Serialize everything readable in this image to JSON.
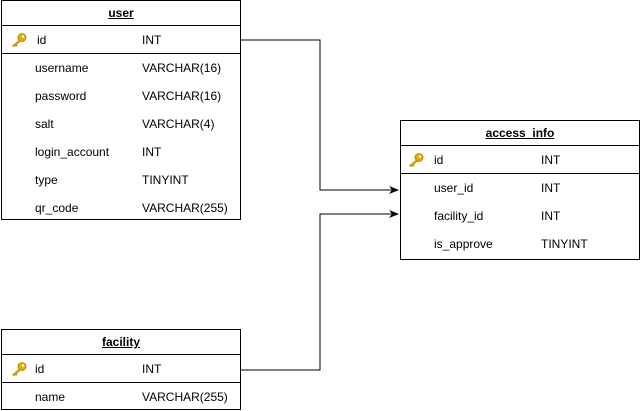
{
  "tables": {
    "user": {
      "title": "user",
      "pk": {
        "name": "id",
        "type": "INT",
        "icon": "key-icon"
      },
      "fields": [
        {
          "name": "username",
          "type": "VARCHAR(16)"
        },
        {
          "name": "password",
          "type": "VARCHAR(16)"
        },
        {
          "name": "salt",
          "type": "VARCHAR(4)"
        },
        {
          "name": "login_account",
          "type": "INT"
        },
        {
          "name": "type",
          "type": "TINYINT"
        },
        {
          "name": "qr_code",
          "type": "VARCHAR(255)"
        }
      ]
    },
    "access_info": {
      "title": "access_info",
      "pk": {
        "name": "id",
        "type": "INT",
        "icon": "key-icon"
      },
      "fields": [
        {
          "name": "user_id",
          "type": "INT"
        },
        {
          "name": "facility_id",
          "type": "INT"
        },
        {
          "name": "is_approve",
          "type": "TINYINT"
        }
      ]
    },
    "facility": {
      "title": "facility",
      "pk": {
        "name": "id",
        "type": "INT",
        "icon": "key-icon"
      },
      "fields": [
        {
          "name": "name",
          "type": "VARCHAR(255)"
        }
      ]
    }
  },
  "relations": [
    {
      "from": "user.id",
      "to": "access_info.user_id"
    },
    {
      "from": "facility.id",
      "to": "access_info.facility_id"
    }
  ],
  "colors": {
    "line": "#000000",
    "background": "#ffffff",
    "key": "#e0a800"
  }
}
